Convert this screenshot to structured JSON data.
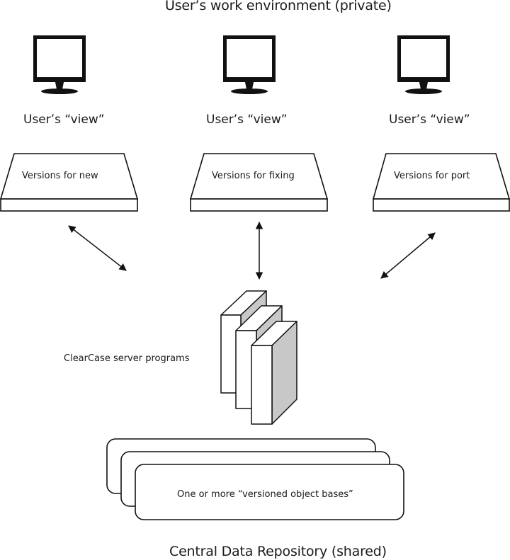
{
  "diagram": {
    "top_title": "User’s work environment (private)",
    "bottom_title": "Central Data Repository (shared)",
    "users": [
      {
        "icon": "monitor-icon",
        "view_label": "User’s “view”",
        "versions_label": "Versions for new"
      },
      {
        "icon": "monitor-icon",
        "view_label": "User’s “view”",
        "versions_label": "Versions for fixing"
      },
      {
        "icon": "monitor-icon",
        "view_label": "User’s “view”",
        "versions_label": "Versions for port"
      }
    ],
    "connectors": [
      {
        "from": "Versions for new",
        "to": "ClearCase server programs",
        "type": "bidirectional-arrow"
      },
      {
        "from": "Versions for fixing",
        "to": "ClearCase server programs",
        "type": "bidirectional-arrow"
      },
      {
        "from": "Versions for port",
        "to": "ClearCase server programs",
        "type": "bidirectional-arrow"
      }
    ],
    "server": {
      "icon": "server-stack-icon",
      "label": "ClearCase server programs",
      "count": 3
    },
    "repository": {
      "label": "One or more “versioned object bases”",
      "stacked_count": 3
    },
    "colors": {
      "stroke": "#111111",
      "fill": "#ffffff",
      "side_shade": "#c8c8c8",
      "top_shade": "#f2f2f2"
    }
  }
}
